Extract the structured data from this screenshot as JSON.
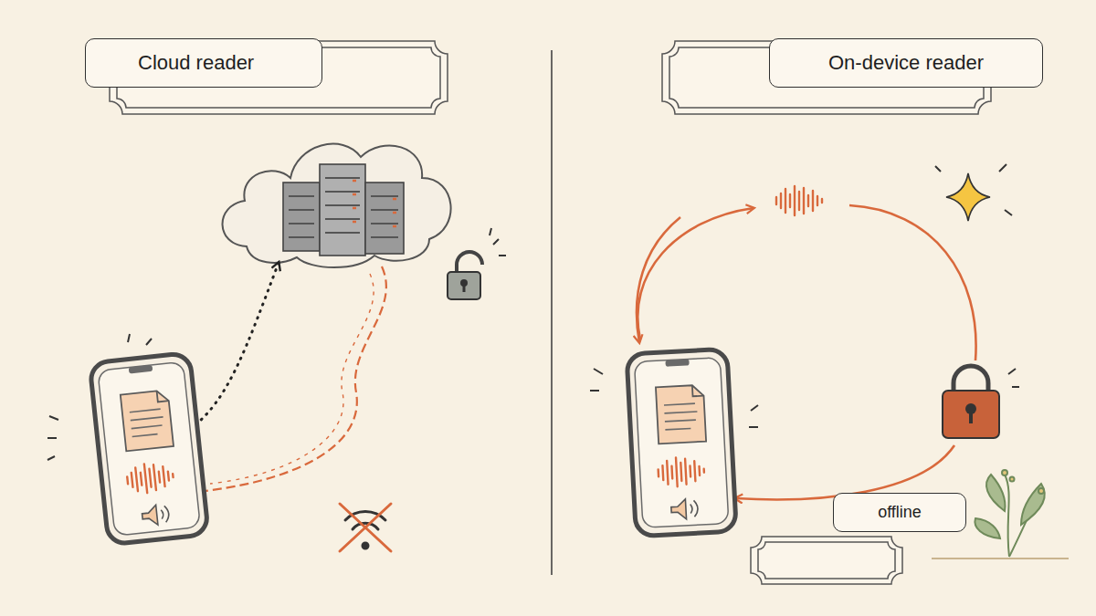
{
  "diagram": {
    "nodes": [
      {
        "text": [
          "Cloud reader"
        ]
      },
      {
        "text": [
          "On-device reader"
        ]
      },
      {
        "text": [
          "offline"
        ]
      }
    ]
  }
}
